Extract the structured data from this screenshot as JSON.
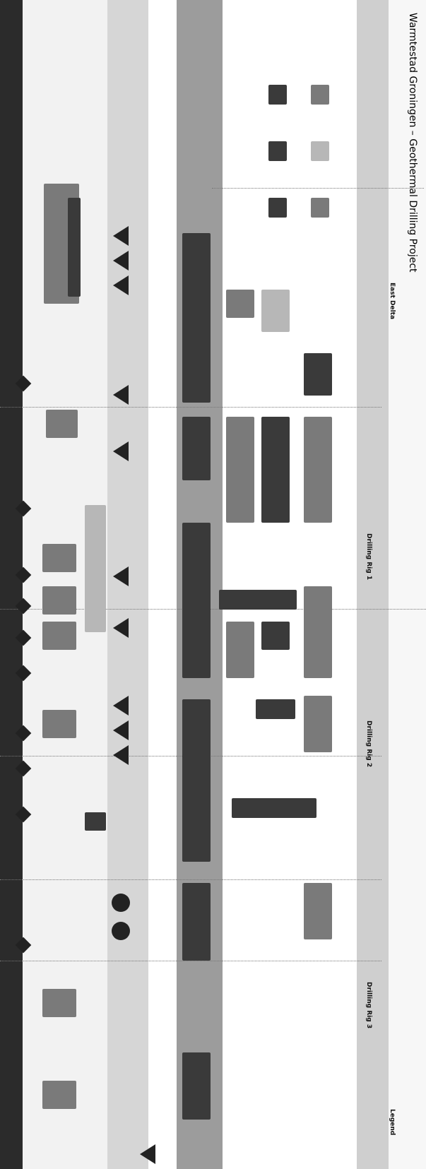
{
  "title": "Warmtestad Groningen – Geothermal Drilling Project",
  "timeline": {
    "sections": [
      {
        "label": "East Delta"
      },
      {
        "label": "Drilling Rig 1"
      },
      {
        "label": "Drilling Rig 2"
      },
      {
        "label": "Drilling Rig 3"
      }
    ]
  },
  "legend": {
    "items": [
      "Legend"
    ]
  }
}
